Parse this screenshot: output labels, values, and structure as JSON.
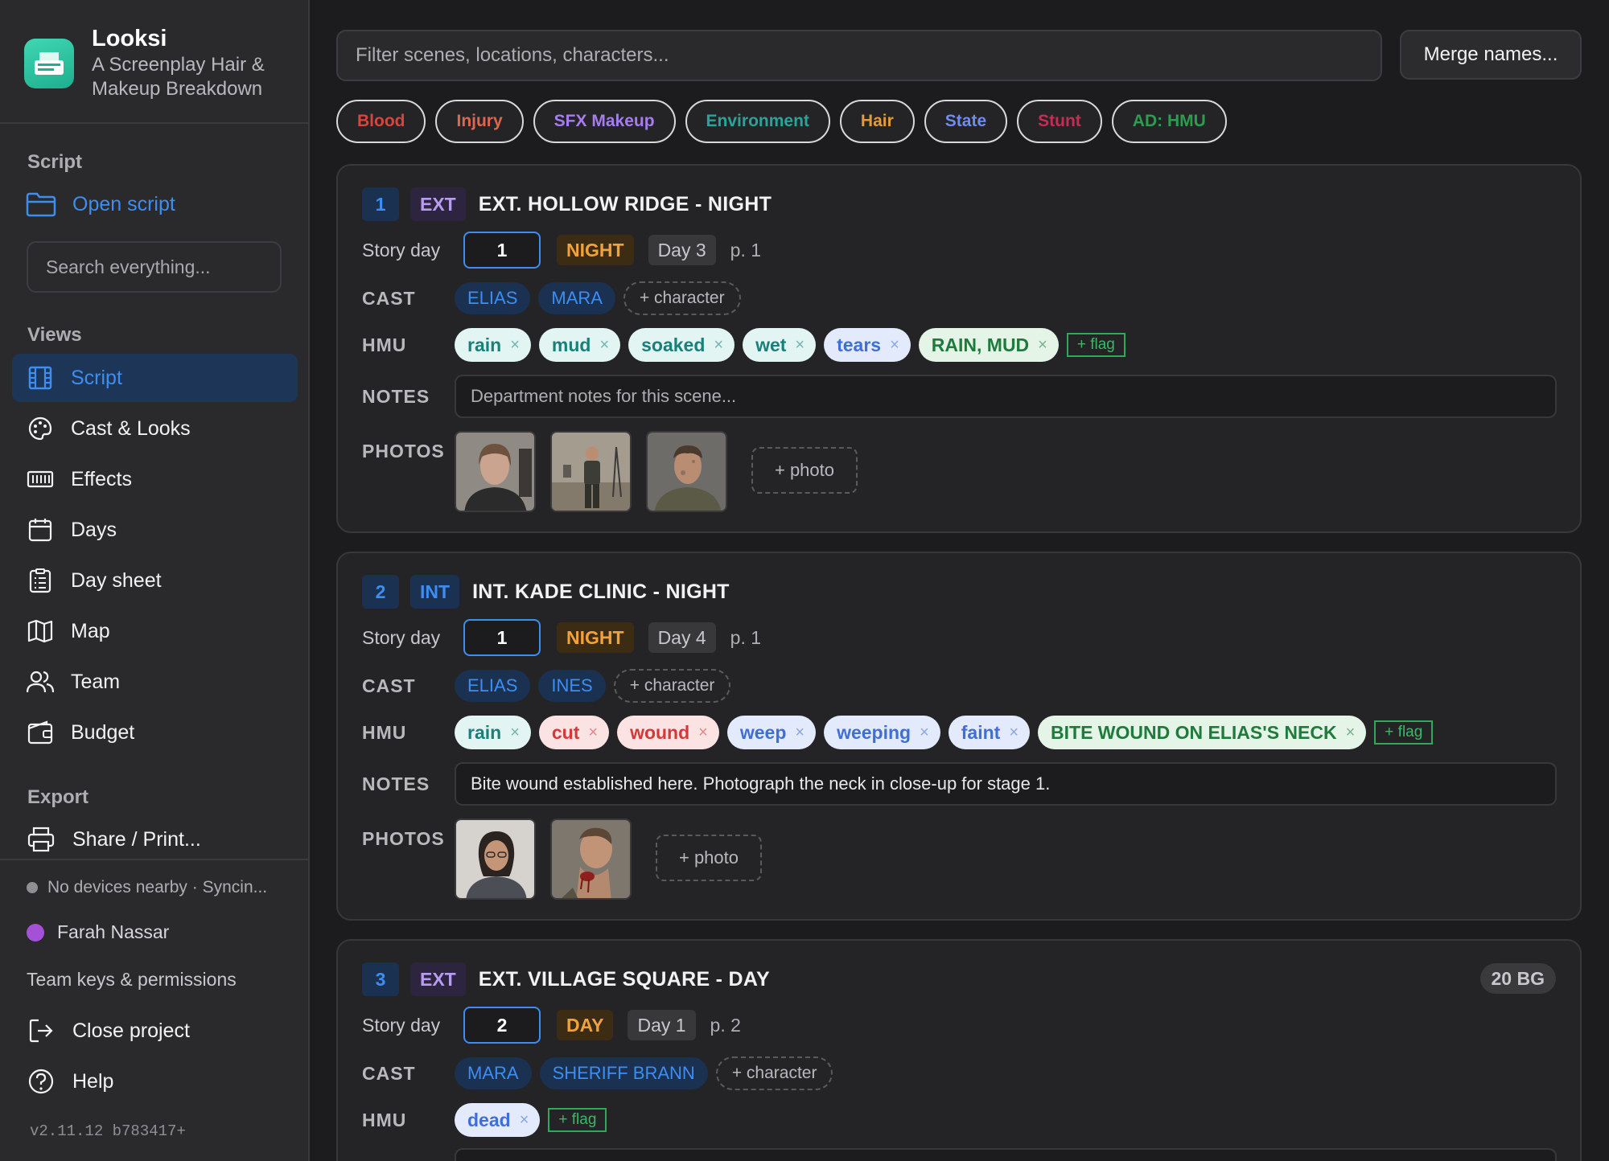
{
  "app": {
    "name": "Looksi",
    "subtitle": "A Screenplay Hair & Makeup Breakdown"
  },
  "sidebar": {
    "script_section": "Script",
    "open_script": "Open script",
    "search_placeholder": "Search everything...",
    "views_section": "Views",
    "views": [
      {
        "label": "Script",
        "icon": "film-icon",
        "active": true
      },
      {
        "label": "Cast & Looks",
        "icon": "palette-icon"
      },
      {
        "label": "Effects",
        "icon": "effects-icon"
      },
      {
        "label": "Days",
        "icon": "calendar-icon"
      },
      {
        "label": "Day sheet",
        "icon": "clipboard-icon"
      },
      {
        "label": "Map",
        "icon": "map-icon"
      },
      {
        "label": "Team",
        "icon": "team-icon"
      },
      {
        "label": "Budget",
        "icon": "wallet-icon"
      }
    ],
    "export_section": "Export",
    "share_print": "Share / Print...",
    "sync_status": "No devices nearby · Syncin...",
    "user_name": "Farah Nassar",
    "team_keys": "Team keys & permissions",
    "close_project": "Close project",
    "help": "Help",
    "version": "v2.11.12",
    "build": "b783417+"
  },
  "toolbar": {
    "filter_placeholder": "Filter scenes, locations, characters...",
    "merge_label": "Merge names..."
  },
  "category_chips": [
    {
      "label": "Blood",
      "color": "#d8453c"
    },
    {
      "label": "Injury",
      "color": "#e0664d"
    },
    {
      "label": "SFX Makeup",
      "color": "#a67cf0"
    },
    {
      "label": "Environment",
      "color": "#2aa39a"
    },
    {
      "label": "Hair",
      "color": "#e39a3b"
    },
    {
      "label": "State",
      "color": "#6f8cf0"
    },
    {
      "label": "Stunt",
      "color": "#c42e55"
    },
    {
      "label": "AD: HMU",
      "color": "#2e9c4e"
    }
  ],
  "labels": {
    "story_day": "Story day",
    "cast": "CAST",
    "hmu": "HMU",
    "notes": "NOTES",
    "photos": "PHOTOS",
    "add_character": "+ character",
    "add_flag": "+ flag",
    "add_photo": "+ photo",
    "notes_placeholder": "Department notes for this scene..."
  },
  "scenes": [
    {
      "number": "1",
      "ie": "EXT",
      "title": "EXT. HOLLOW RIDGE - NIGHT",
      "story_day": "1",
      "time_of_day": "NIGHT",
      "shoot_day": "Day 3",
      "page": "p. 1",
      "cast": [
        "ELIAS",
        "MARA"
      ],
      "hmu": [
        {
          "label": "rain",
          "tone": "teal"
        },
        {
          "label": "mud",
          "tone": "teal"
        },
        {
          "label": "soaked",
          "tone": "teal"
        },
        {
          "label": "wet",
          "tone": "teal"
        },
        {
          "label": "tears",
          "tone": "blue"
        },
        {
          "label": "RAIN, MUD",
          "tone": "green"
        }
      ],
      "notes": "",
      "photos": [
        "portrait-woman-photo",
        "set-crew-photo",
        "portrait-man-dirty-photo"
      ]
    },
    {
      "number": "2",
      "ie": "INT",
      "title": "INT. KADE CLINIC - NIGHT",
      "story_day": "1",
      "time_of_day": "NIGHT",
      "shoot_day": "Day 4",
      "page": "p. 1",
      "cast": [
        "ELIAS",
        "INES"
      ],
      "hmu": [
        {
          "label": "rain",
          "tone": "teal"
        },
        {
          "label": "cut",
          "tone": "red"
        },
        {
          "label": "wound",
          "tone": "red"
        },
        {
          "label": "weep",
          "tone": "blue"
        },
        {
          "label": "weeping",
          "tone": "blue"
        },
        {
          "label": "faint",
          "tone": "blue"
        },
        {
          "label": "BITE WOUND ON ELIAS'S NECK",
          "tone": "green"
        }
      ],
      "notes": "Bite wound established here. Photograph the neck in close-up for stage 1.",
      "photos": [
        "portrait-doctor-photo",
        "neck-wound-photo"
      ]
    },
    {
      "number": "3",
      "ie": "EXT",
      "title": "EXT. VILLAGE SQUARE - DAY",
      "bg_count": "20 BG",
      "story_day": "2",
      "time_of_day": "DAY",
      "shoot_day": "Day 1",
      "page": "p. 2",
      "cast": [
        "MARA",
        "SHERIFF BRANN"
      ],
      "hmu": [
        {
          "label": "dead",
          "tone": "blue"
        }
      ]
    }
  ]
}
